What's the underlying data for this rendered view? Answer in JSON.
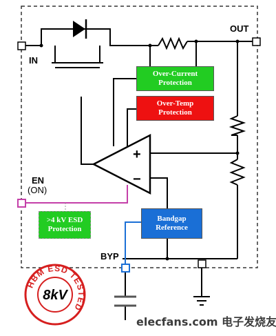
{
  "pins": {
    "in": "IN",
    "out": "OUT",
    "en": "EN",
    "en_sub": "(ON)",
    "byp": "BYP"
  },
  "blocks": {
    "over_current": [
      "Over-Current",
      "Protection"
    ],
    "over_temp": [
      "Over-Temp",
      "Protection"
    ],
    "bandgap": [
      "Bandgap",
      "Reference"
    ],
    "esd": [
      ">4 kV ESD",
      "Protection"
    ]
  },
  "amp": {
    "plus": "+",
    "minus": "−"
  },
  "seal": {
    "text": "HBM ESD TESTED",
    "value": "8kV"
  },
  "watermark": "elecfans.com 电子发烧友",
  "colors": {
    "over_current": "#22cc22",
    "over_temp": "#ee1111",
    "bandgap": "#1a6fd6",
    "esd": "#22cc22",
    "en_wire": "#c43fa8",
    "byp_wire": "#1a6fd6",
    "seal": "#d61f1f"
  }
}
